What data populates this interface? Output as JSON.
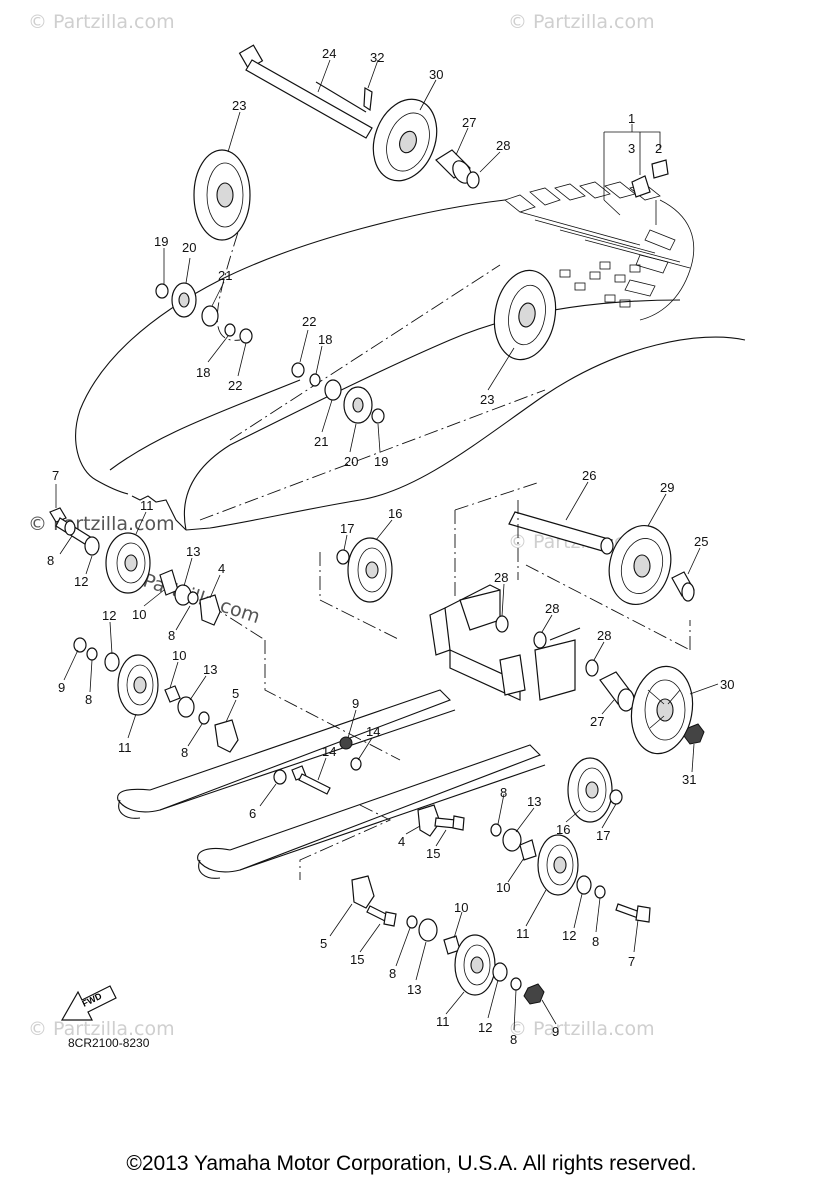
{
  "watermarks": [
    "© Partzilla.com",
    "© Partzilla.com",
    "© Partzilla.com",
    "© Partzilla.com",
    "© Partzilla.com",
    "© Partzilla.com",
    "© Partzilla.com"
  ],
  "fwd_label": "FWD",
  "diagram_code": "8CR2100-8230",
  "copyright": "©2013 Yamaha Motor Corporation, U.S.A. All rights reserved.",
  "callouts": [
    "24",
    "32",
    "30",
    "27",
    "28",
    "1",
    "3",
    "2",
    "23",
    "19",
    "20",
    "21",
    "18",
    "22",
    "22",
    "18",
    "23",
    "21",
    "20",
    "19",
    "7",
    "11",
    "8",
    "12",
    "13",
    "10",
    "4",
    "8",
    "26",
    "29",
    "25",
    "17",
    "16",
    "28",
    "28",
    "28",
    "12",
    "9",
    "8",
    "10",
    "13",
    "11",
    "5",
    "8",
    "9",
    "14",
    "6",
    "14",
    "30",
    "27",
    "31",
    "8",
    "13",
    "4",
    "15",
    "16",
    "17",
    "10",
    "11",
    "12",
    "8",
    "7",
    "10",
    "5",
    "15",
    "8",
    "13",
    "11",
    "12",
    "8",
    "9"
  ],
  "icons": [
    "fwd-arrow-icon"
  ]
}
